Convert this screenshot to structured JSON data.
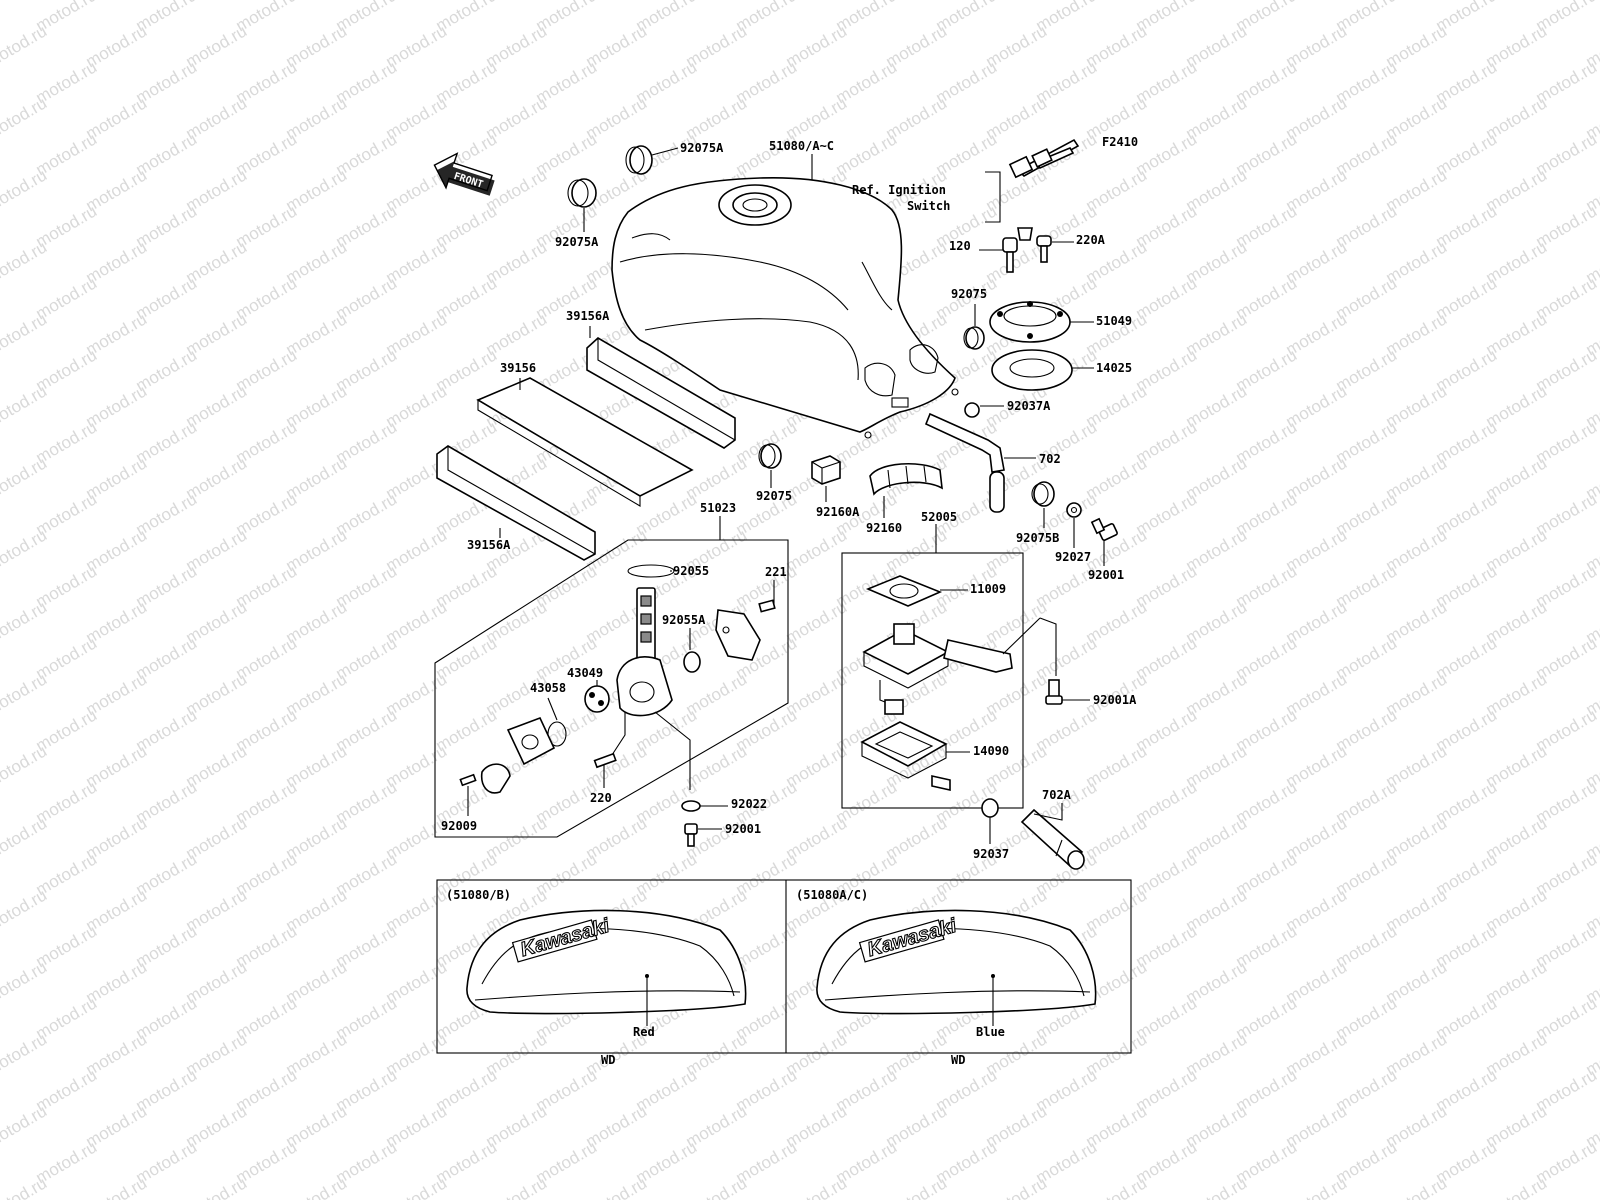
{
  "figure_id": "F2410",
  "watermark": "motod.ru",
  "front_marker": "FRONT",
  "ref_note": [
    "Ref. Ignition",
    "Switch"
  ],
  "parts": [
    {
      "id": "p-92075A-top",
      "num": "92075A"
    },
    {
      "id": "p-51080",
      "num": "51080/A~C"
    },
    {
      "id": "p-92075A-left",
      "num": "92075A"
    },
    {
      "id": "p-120",
      "num": "120"
    },
    {
      "id": "p-220A",
      "num": "220A"
    },
    {
      "id": "p-92075-r",
      "num": "92075"
    },
    {
      "id": "p-51049",
      "num": "51049"
    },
    {
      "id": "p-14025",
      "num": "14025"
    },
    {
      "id": "p-92037A",
      "num": "92037A"
    },
    {
      "id": "p-39156A-top",
      "num": "39156A"
    },
    {
      "id": "p-39156",
      "num": "39156"
    },
    {
      "id": "p-39156A-bot",
      "num": "39156A"
    },
    {
      "id": "p-702",
      "num": "702"
    },
    {
      "id": "p-92075-mid",
      "num": "92075"
    },
    {
      "id": "p-92160A",
      "num": "92160A"
    },
    {
      "id": "p-92160",
      "num": "92160"
    },
    {
      "id": "p-52005",
      "num": "52005"
    },
    {
      "id": "p-92075B",
      "num": "92075B"
    },
    {
      "id": "p-92027",
      "num": "92027"
    },
    {
      "id": "p-92001-r",
      "num": "92001"
    },
    {
      "id": "p-51023",
      "num": "51023"
    },
    {
      "id": "p-92055",
      "num": "92055"
    },
    {
      "id": "p-221",
      "num": "221"
    },
    {
      "id": "p-92055A",
      "num": "92055A"
    },
    {
      "id": "p-43049",
      "num": "43049"
    },
    {
      "id": "p-43058",
      "num": "43058"
    },
    {
      "id": "p-220",
      "num": "220"
    },
    {
      "id": "p-92022",
      "num": "92022"
    },
    {
      "id": "p-92009",
      "num": "92009"
    },
    {
      "id": "p-92001-b",
      "num": "92001"
    },
    {
      "id": "p-11009",
      "num": "11009"
    },
    {
      "id": "p-92001A",
      "num": "92001A"
    },
    {
      "id": "p-14090",
      "num": "14090"
    },
    {
      "id": "p-702A",
      "num": "702A"
    },
    {
      "id": "p-92037",
      "num": "92037"
    }
  ],
  "variants": [
    {
      "code": "(51080/B)",
      "brand": "Kawasaki",
      "color": "Red",
      "market": "WD"
    },
    {
      "code": "(51080A/C)",
      "brand": "Kawasaki",
      "color": "Blue",
      "market": "WD"
    }
  ]
}
